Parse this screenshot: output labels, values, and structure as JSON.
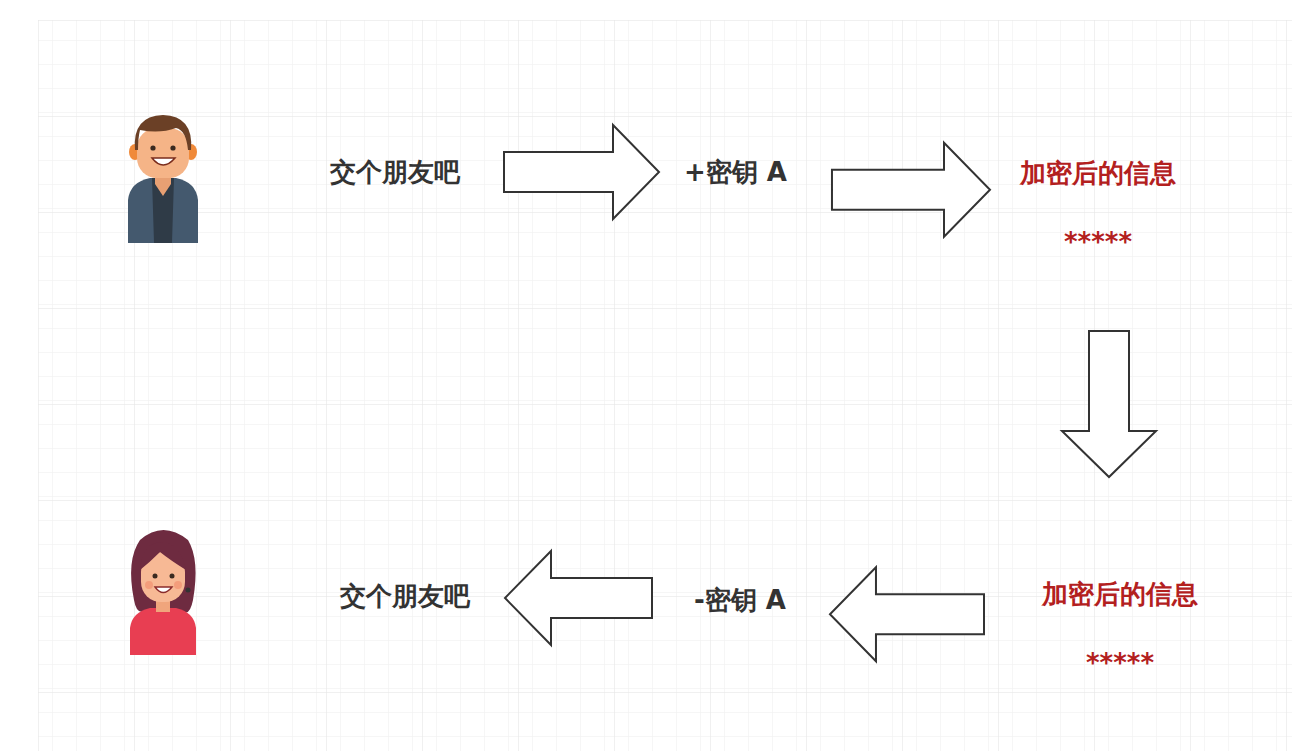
{
  "diagram": {
    "nodes": [
      {
        "text": [
          "交个朋友吧"
        ]
      },
      {
        "text": [
          "+密钥 A"
        ]
      },
      {
        "text": [
          "加密后的信息",
          "*****"
        ]
      },
      {
        "text": [
          "加密后的信息",
          "*****"
        ]
      },
      {
        "text": [
          "-密钥 A"
        ]
      },
      {
        "text": [
          "交个朋友吧"
        ]
      }
    ],
    "edges": [
      {
        "from": 0,
        "to": 1,
        "arrow": "to"
      },
      {
        "from": 1,
        "to": 2,
        "arrow": "to"
      },
      {
        "from": 2,
        "to": 3,
        "arrow": "to"
      },
      {
        "from": 3,
        "to": 4,
        "arrow": "to"
      },
      {
        "from": 4,
        "to": 5,
        "arrow": "to"
      }
    ]
  }
}
